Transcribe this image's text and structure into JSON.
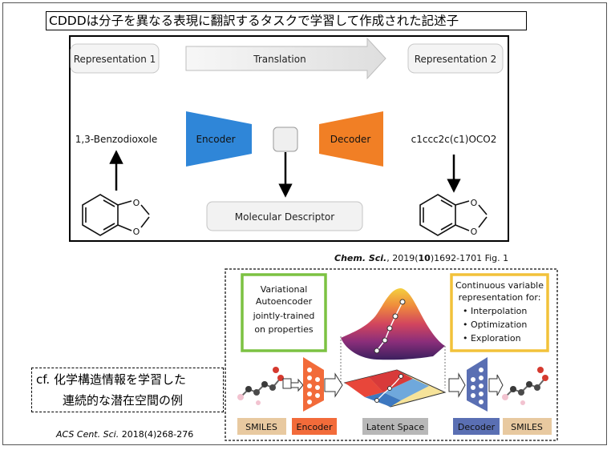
{
  "title": "CDDDは分子を異なる表現に翻訳するタスクで学習して作成された記述子",
  "figure1": {
    "representation_1": "Representation 1",
    "translation": "Translation",
    "representation_2": "Representation 2",
    "input_name": "1,3-Benzodioxole",
    "output_smiles": "c1ccc2c(c1)OCO2",
    "encoder": "Encoder",
    "decoder": "Decoder",
    "molecular_descriptor": "Molecular Descriptor",
    "atom_o": "O",
    "colors": {
      "encoder": "#2f86d8",
      "decoder": "#f17f25"
    }
  },
  "citation1": {
    "journal": "Chem. Sci.",
    "volume_start": ", 2019(",
    "volume": "10",
    "volume_end": ")1692-1701 Fig. 1"
  },
  "figure2": {
    "vae_box": [
      "Variational",
      "Autoencoder",
      "jointly-trained",
      "on properties"
    ],
    "cont_box": [
      "Continuous variable",
      "representation for:",
      "• Interpolation",
      "• Optimization",
      "• Exploration"
    ],
    "labels": {
      "smiles_left": "SMILES",
      "encoder": "Encoder",
      "latent_space": "Latent Space",
      "decoder": "Decoder",
      "smiles_right": "SMILES"
    },
    "colors": {
      "vae_border": "#7cc242",
      "cont_border": "#f2c23a",
      "smiles": "#e8c9a0",
      "encoder": "#f26b3a",
      "latent": "#b8b8b8",
      "decoder": "#5a6fb3"
    }
  },
  "cf_box": {
    "line1": "cf. 化学構造情報を学習した",
    "line2": "連続的な潜在空間の例"
  },
  "citation2": {
    "journal": "ACS Cent. Sci.",
    "rest": " 2018(4)268-276"
  }
}
